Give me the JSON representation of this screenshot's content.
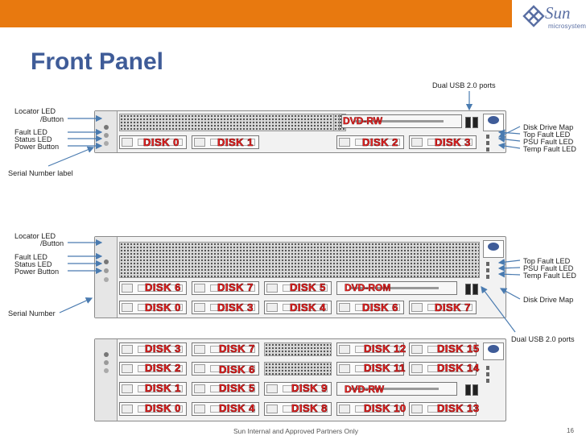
{
  "slide": {
    "title": "Front Panel",
    "footer": "Sun Internal and Approved Partners Only",
    "page_number": "16",
    "logo_word": "Sun",
    "logo_sub": "microsystems",
    "brand_color": "#e8790f",
    "title_color": "#3f5c98"
  },
  "server1": {
    "callouts_left": {
      "locator_led": "Locator LED",
      "locator_button": "/Button",
      "fault_led": "Fault LED",
      "status_led": "Status LED",
      "power_button": "Power Button",
      "serial_number_label": "Serial Number label"
    },
    "callout_top": "Dual USB 2.0 ports",
    "callouts_right": {
      "disk_drive_map": "Disk Drive Map",
      "top_fault_led": "Top Fault LED",
      "psu_fault_led": "PSU Fault LED",
      "temp_fault_led": "Temp Fault LED"
    },
    "disks": [
      "DISK 0",
      "DISK 1",
      "DISK 2",
      "DISK 3"
    ],
    "dvd": "DVD-RW"
  },
  "server2": {
    "callouts_left": {
      "locator_led": "Locator LED",
      "locator_button": "/Button",
      "fault_led": "Fault LED",
      "status_led": "Status LED",
      "power_button": "Power Button",
      "serial_number": "Serial Number"
    },
    "callouts_right": {
      "top_fault_led": "Top Fault LED",
      "psu_fault_led": "PSU Fault LED",
      "temp_fault_led": "Temp Fault LED",
      "disk_drive_map": "Disk Drive Map",
      "dual_usb": "Dual USB 2.0 ports"
    },
    "row1": [
      "DISK 6",
      "DISK 7",
      "DISK 5"
    ],
    "row1_dvd": "DVD-ROM",
    "row2": [
      "DISK 0",
      "DISK 3",
      "DISK 4",
      "DISK 6",
      "DISK 7"
    ]
  },
  "server3": {
    "rows": [
      {
        "left": [
          "DISK 3",
          "DISK 7"
        ],
        "right": [
          "DISK 12",
          "DISK 15"
        ]
      },
      {
        "left": [
          "DISK 2",
          "DISK 6"
        ],
        "right": [
          "DISK 11",
          "DISK 14"
        ]
      },
      {
        "left": [
          "DISK 1",
          "DISK 5"
        ],
        "right": [
          "DISK 9"
        ],
        "dvd": "DVD-RW"
      },
      {
        "left": [
          "DISK 0",
          "DISK 4"
        ],
        "right": [
          "DISK 8",
          "DISK 10",
          "DISK 13"
        ]
      }
    ]
  }
}
